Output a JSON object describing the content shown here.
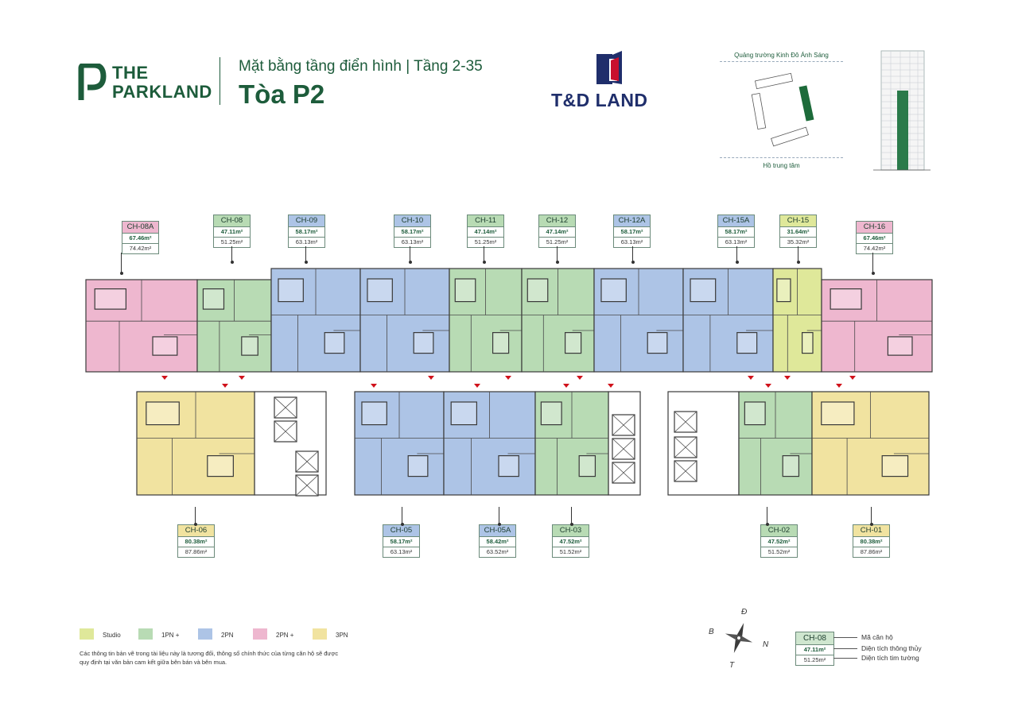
{
  "header": {
    "brand_line1": "THE",
    "brand_line2": "PARKLAND",
    "subtitle": "Mặt bằng tầng điển hình | Tầng 2-35",
    "title": "Tòa P2",
    "developer": "T&D LAND"
  },
  "site_plan": {
    "top_label": "Quảng trường Kinh Đô Ánh Sáng",
    "bottom_label": "Hồ trung tâm"
  },
  "colors": {
    "studio": "#dfe89a",
    "1pn": "#b8dbb4",
    "2pn": "#adc4e6",
    "2pn_plus": "#eeb7cf",
    "3pn": "#f1e3a0",
    "brand_green": "#1d5c3b",
    "developer_blue": "#1f2e6b",
    "developer_red": "#c8102e"
  },
  "units_top": [
    {
      "code": "CH-08A",
      "net": "67.46m²",
      "gross": "74.42m²",
      "type": "2pn_plus"
    },
    {
      "code": "CH-08",
      "net": "47.11m²",
      "gross": "51.25m²",
      "type": "1pn"
    },
    {
      "code": "CH-09",
      "net": "58.17m²",
      "gross": "63.13m²",
      "type": "2pn"
    },
    {
      "code": "CH-10",
      "net": "58.17m²",
      "gross": "63.13m²",
      "type": "2pn"
    },
    {
      "code": "CH-11",
      "net": "47.14m²",
      "gross": "51.25m²",
      "type": "1pn"
    },
    {
      "code": "CH-12",
      "net": "47.14m²",
      "gross": "51.25m²",
      "type": "1pn"
    },
    {
      "code": "CH-12A",
      "net": "58.17m²",
      "gross": "63.13m²",
      "type": "2pn"
    },
    {
      "code": "CH-15A",
      "net": "58.17m²",
      "gross": "63.13m²",
      "type": "2pn"
    },
    {
      "code": "CH-15",
      "net": "31.64m²",
      "gross": "35.32m²",
      "type": "studio"
    },
    {
      "code": "CH-16",
      "net": "67.46m²",
      "gross": "74.42m²",
      "type": "2pn_plus"
    }
  ],
  "units_bottom": [
    {
      "code": "CH-06",
      "net": "80.38m²",
      "gross": "87.86m²",
      "type": "3pn"
    },
    {
      "code": "CH-05",
      "net": "58.17m²",
      "gross": "63.13m²",
      "type": "2pn"
    },
    {
      "code": "CH-05A",
      "net": "58.42m²",
      "gross": "63.52m²",
      "type": "2pn"
    },
    {
      "code": "CH-03",
      "net": "47.52m²",
      "gross": "51.52m²",
      "type": "1pn"
    },
    {
      "code": "CH-02",
      "net": "47.52m²",
      "gross": "51.52m²",
      "type": "1pn"
    },
    {
      "code": "CH-01",
      "net": "80.38m²",
      "gross": "87.86m²",
      "type": "3pn"
    }
  ],
  "legend": [
    {
      "label": "Studio",
      "type": "studio"
    },
    {
      "label": "1PN +",
      "type": "1pn"
    },
    {
      "label": "2PN",
      "type": "2pn"
    },
    {
      "label": "2PN +",
      "type": "2pn_plus"
    },
    {
      "label": "3PN",
      "type": "3pn"
    }
  ],
  "note": "Các thông tin bản vẽ trong tài liệu này là tương đối, thông số chính thức của từng căn hộ sẽ được quy định tại văn bản cam kết giữa bên bán và bên mua.",
  "compass": {
    "d": "Đ",
    "b": "B",
    "n": "N",
    "t": "T"
  },
  "key": {
    "code": "CH-08",
    "net": "47.11m²",
    "gross": "51.25m²",
    "code_label": "Mã căn hộ",
    "net_label": "Diện tích thông thủy",
    "gross_label": "Diện tích tim tường"
  }
}
